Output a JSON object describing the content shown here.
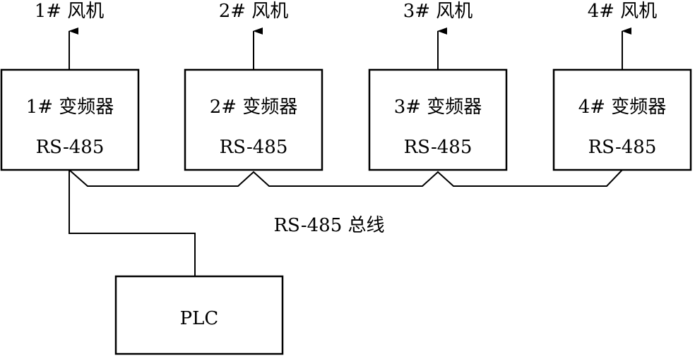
{
  "fans": [
    {
      "label": "1# 风机"
    },
    {
      "label": "2# 风机"
    },
    {
      "label": "3# 风机"
    },
    {
      "label": "4# 风机"
    }
  ],
  "inverters": [
    {
      "name": "1# 变频器",
      "port": "RS-485"
    },
    {
      "name": "2# 变频器",
      "port": "RS-485"
    },
    {
      "name": "3# 变频器",
      "port": "RS-485"
    },
    {
      "name": "4# 变频器",
      "port": "RS-485"
    }
  ],
  "bus": {
    "label": "RS-485 总线"
  },
  "plc": {
    "label": "PLC"
  }
}
